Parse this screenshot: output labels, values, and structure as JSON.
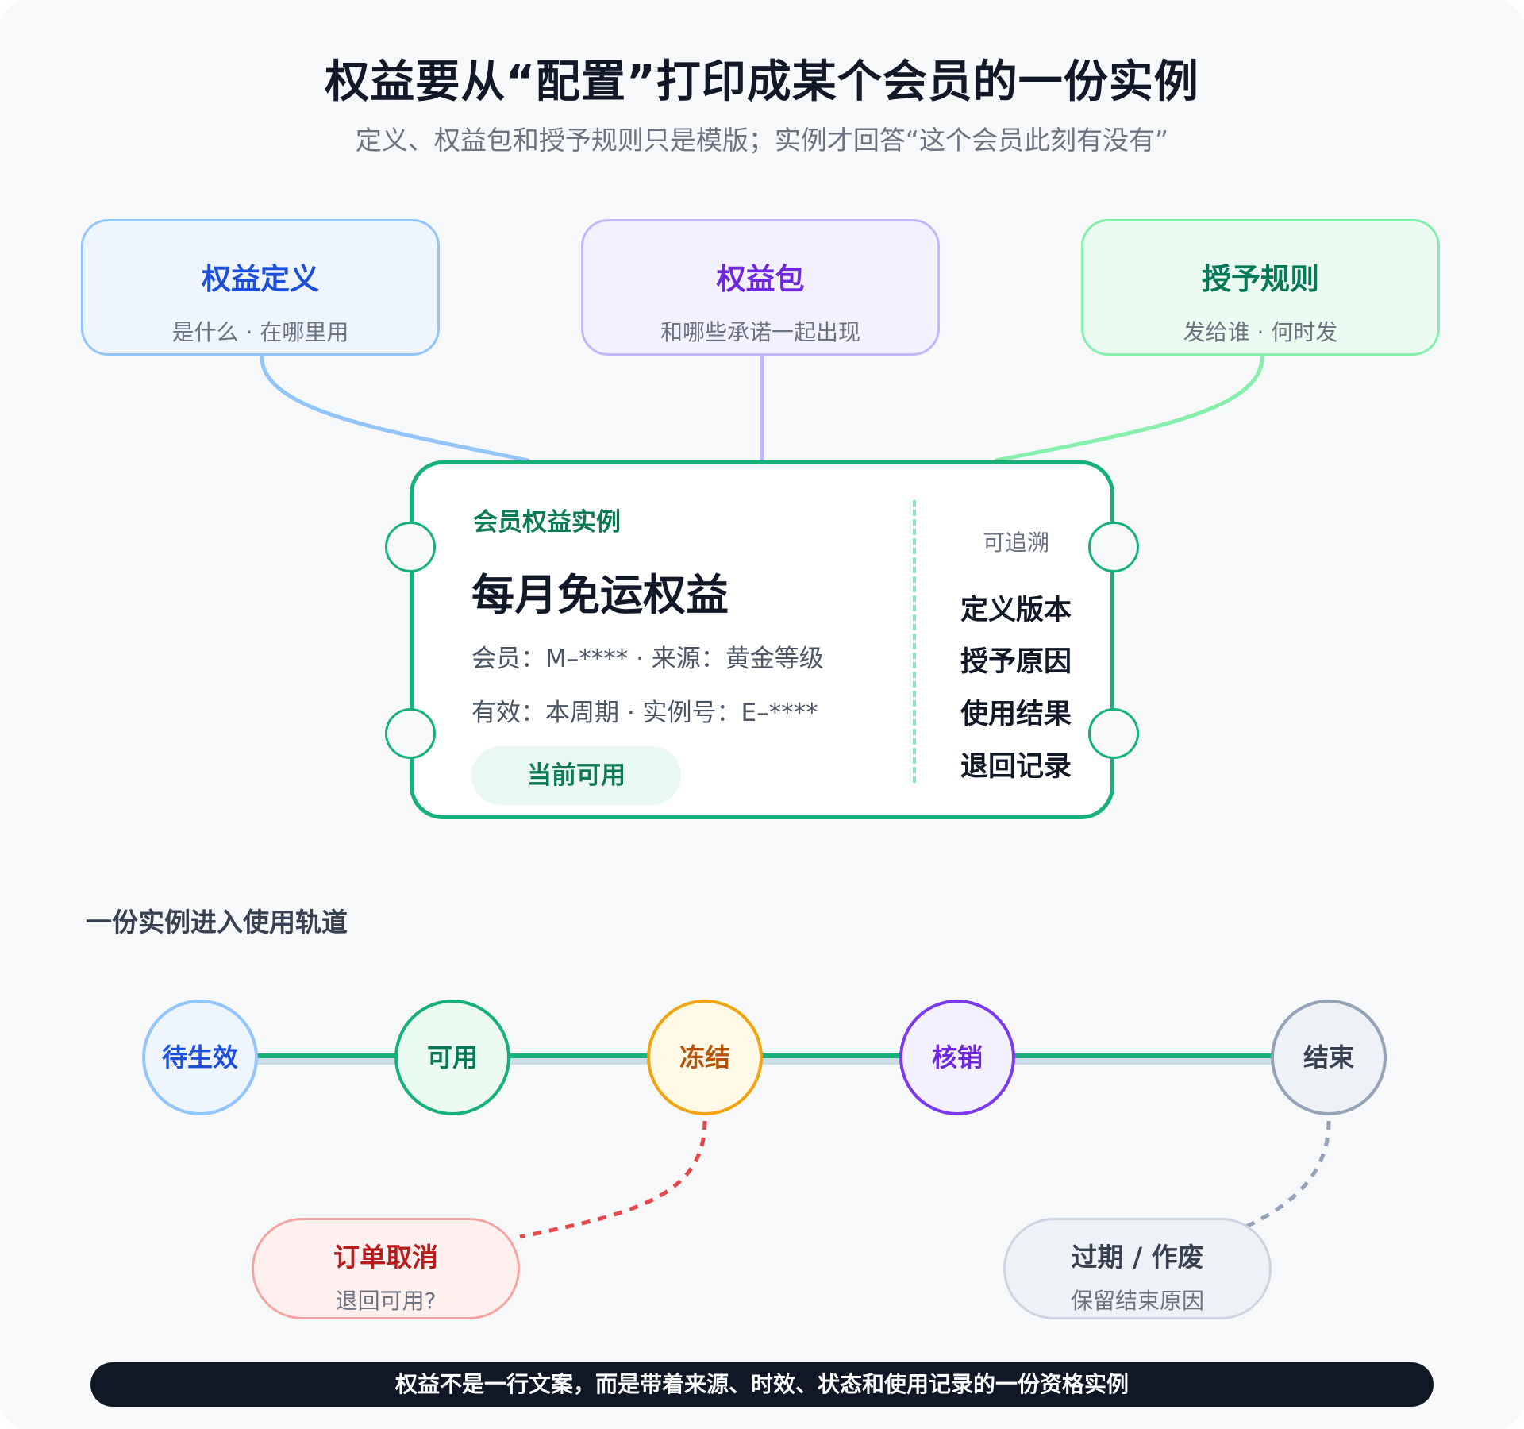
{
  "header": {
    "title": "权益要从“配置”打印成某个会员的一份实例",
    "subtitle": "定义、权益包和授予规则只是模版；实例才回答“这个会员此刻有没有”"
  },
  "sources": [
    {
      "title": "权益定义",
      "subtitle": "是什么 · 在哪里用",
      "color": "#1d4ed8",
      "border": "#93c5fd",
      "fill": "#eef5ff",
      "line": "#93c5fd"
    },
    {
      "title": "权益包",
      "subtitle": "和哪些承诺一起出现",
      "color": "#6d28d9",
      "border": "#c4b5fd",
      "fill": "#f3f0ff",
      "line": "#c4b5fd"
    },
    {
      "title": "授予规则",
      "subtitle": "发给谁 · 何时发",
      "color": "#047857",
      "border": "#86efac",
      "fill": "#ebfbf2",
      "line": "#86efac"
    }
  ],
  "card": {
    "kicker": "会员权益实例",
    "title": "每月免运权益",
    "line1": "会员：M–**** · 来源：黄金等级",
    "line2": "有效：本周期 · 实例号：E–****",
    "status": "当前可用",
    "trace_label": "可追溯",
    "trace_items": [
      "定义版本",
      "授予原因",
      "使用结果",
      "退回记录"
    ],
    "accent": "#16b07a"
  },
  "track": {
    "title": "一份实例进入使用轨道",
    "states": [
      {
        "label": "待生效",
        "color": "#1d4ed8",
        "border": "#93c5fd",
        "fill": "#eef5ff"
      },
      {
        "label": "可用",
        "color": "#047857",
        "border": "#16b07a",
        "fill": "#ebfbf2"
      },
      {
        "label": "冻结",
        "color": "#b45309",
        "border": "#f2a413",
        "fill": "#fff9e6"
      },
      {
        "label": "核销",
        "color": "#6d28d9",
        "border": "#7c3aed",
        "fill": "#f3f0ff"
      },
      {
        "label": "结束",
        "color": "#374151",
        "border": "#94a3b8",
        "fill": "#eef1f5"
      }
    ],
    "branches": [
      {
        "title": "订单取消",
        "subtitle": "退回可用?",
        "color": "#b91c1c",
        "border": "#f5a3a3",
        "fill": "#fff0f0",
        "line": "#e5484d"
      },
      {
        "title": "过期 / 作废",
        "subtitle": "保留结束原因",
        "color": "#374151",
        "border": "#cbd5e1",
        "fill": "#eef1f5",
        "line": "#94a3b8"
      }
    ]
  },
  "footer": "权益不是一行文案，而是带着来源、时效、状态和使用记录的一份资格实例"
}
